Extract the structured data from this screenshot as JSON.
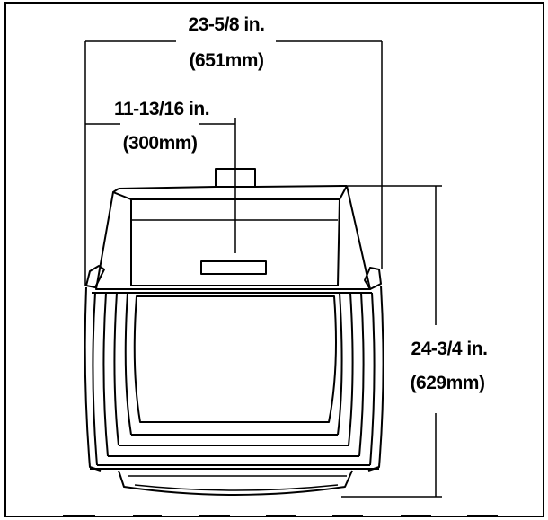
{
  "diagram": {
    "overall_width": {
      "imperial": "23-5/8 in.",
      "metric": "(651mm)"
    },
    "center_offset": {
      "imperial": "11-13/16 in.",
      "metric": "(300mm)"
    },
    "overall_height": {
      "imperial": "24-3/4 in.",
      "metric": "(629mm)"
    }
  },
  "colors": {
    "line": "#000000",
    "background": "#ffffff"
  }
}
